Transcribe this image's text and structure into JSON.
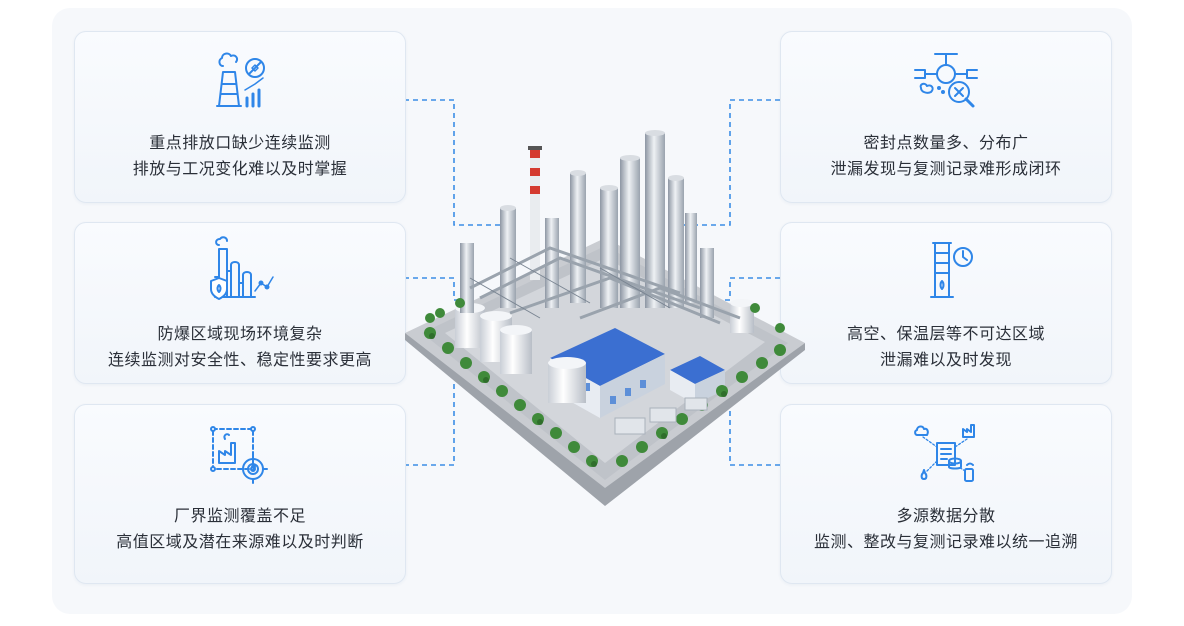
{
  "challenges": [
    {
      "icon": "chimney-emission-icon",
      "line1": "重点排放口缺少连续监测",
      "line2": "排放与工况变化难以及时掌握"
    },
    {
      "icon": "explosion-proof-plant-icon",
      "line1": "防爆区域现场环境复杂",
      "line2": "连续监测对安全性、稳定性要求更高"
    },
    {
      "icon": "factory-boundary-target-icon",
      "line1": "厂界监测覆盖不足",
      "line2": "高值区域及潜在来源难以及时判断"
    },
    {
      "icon": "valve-leak-search-icon",
      "line1": "密封点数量多、分布广",
      "line2": "泄漏发现与复测记录难形成闭环"
    },
    {
      "icon": "tower-clock-icon",
      "line1": "高空、保温层等不可达区域",
      "line2": "泄漏难以及时发现"
    },
    {
      "icon": "multi-source-data-icon",
      "line1": "多源数据分散",
      "line2": "监测、整改与复测记录难以统一追溯"
    }
  ],
  "colors": {
    "accent": "#2f86e8",
    "card_bg": "#f3f7fb",
    "text": "#2a2f38"
  },
  "center_image": "chemical-plant-illustration"
}
